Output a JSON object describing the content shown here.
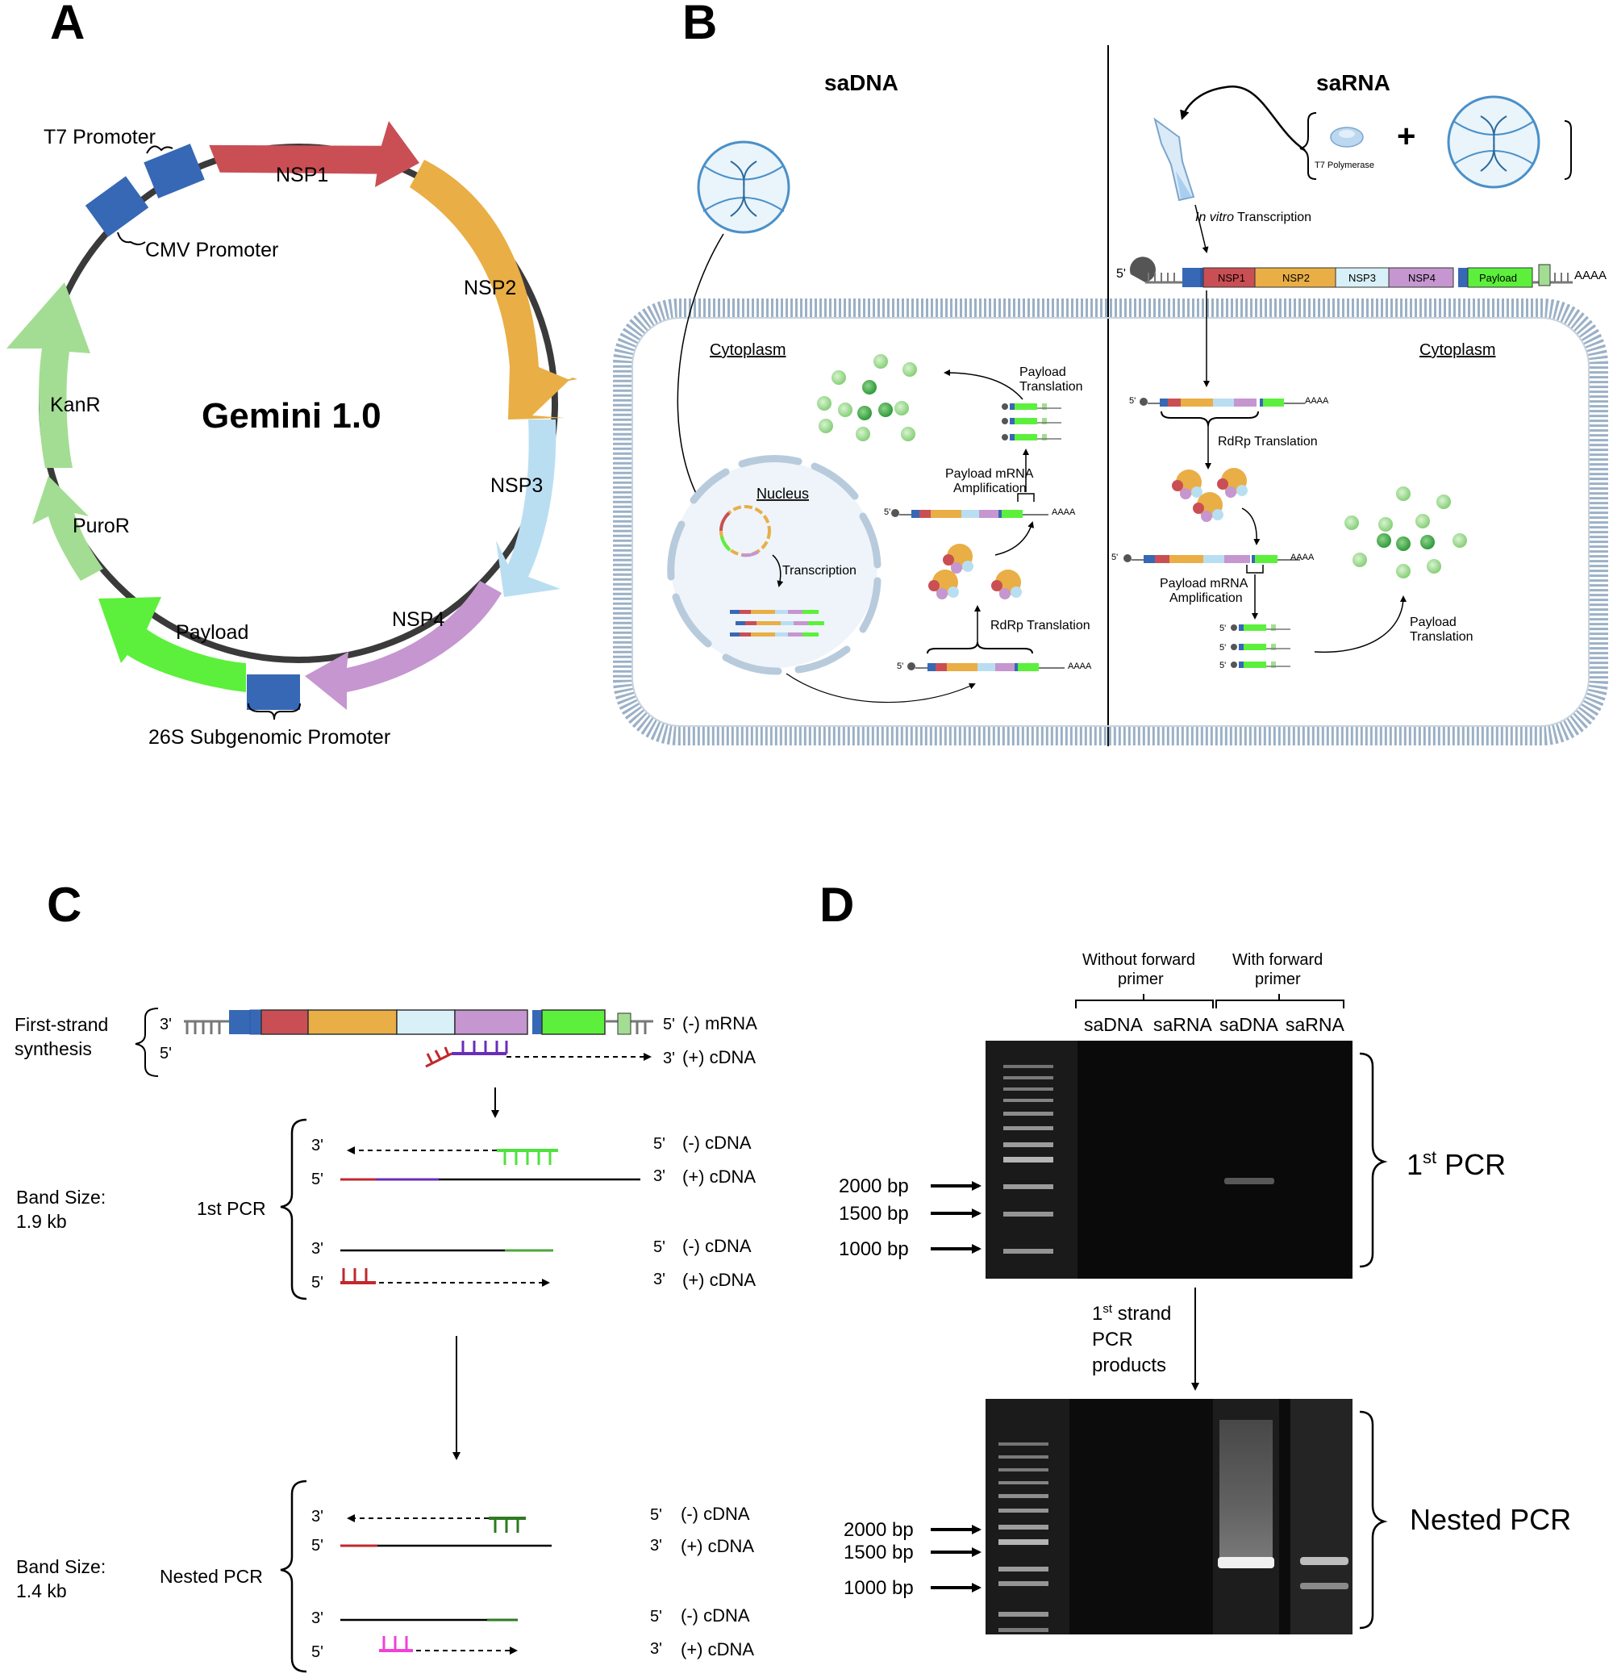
{
  "panels": {
    "a": "A",
    "b": "B",
    "c": "C",
    "d": "D"
  },
  "panel_a": {
    "title": "Gemini 1.0",
    "labels": {
      "t7": "T7 Promoter",
      "cmv": "CMV Promoter",
      "nsp1": "NSP1",
      "nsp2": "NSP2",
      "nsp3": "NSP3",
      "nsp4": "NSP4",
      "payload": "Payload",
      "sg": "26S Subgenomic Promoter",
      "puror": "PuroR",
      "kanr": "KanR"
    },
    "colors": {
      "nsp1": "#c94f55",
      "nsp2": "#e9ae45",
      "nsp3": "#b9def2",
      "nsp4": "#c596cf",
      "payload": "#5cf03c",
      "promoter": "#3768b5",
      "resist": "#a3dd93",
      "backbone": "#3a3a3a"
    }
  },
  "panel_b": {
    "sadna": "saDNA",
    "sarna": "saRNA",
    "cytoplasm": "Cytoplasm",
    "nucleus": "Nucleus",
    "transcription": "Transcription",
    "rdrp": "RdRp Translation",
    "amp_line1": "Payload mRNA",
    "amp_line2": "Amplification",
    "pt_line1": "Payload",
    "pt_line2": "Translation",
    "t7_polymerase": "T7 Polymerase",
    "ivt_italic": "In vitro",
    "ivt_rest": " Transcription",
    "five_prime": "5'",
    "polya": "AAAA",
    "plus": "+",
    "genome_boxes": [
      "NSP1",
      "NSP2",
      "NSP3",
      "NSP4",
      "Payload"
    ],
    "membrane_color": "#9bb0c6"
  },
  "panel_c": {
    "first_strand_line1": "First-strand",
    "first_strand_line2": "synthesis",
    "band1_line1": "Band Size:",
    "band1_line2": "1.9 kb",
    "first_pcr": "1st PCR",
    "band2_line1": "Band Size:",
    "band2_line2": "1.4 kb",
    "nested_pcr": "Nested PCR",
    "three": "3'",
    "five": "5'",
    "minus_mrna": "(-) mRNA",
    "plus_cdna": "(+) cDNA",
    "minus_cdna": "(-) cDNA"
  },
  "panel_d": {
    "without_line1": "Without forward",
    "without_line2": "primer",
    "with_line1": "With forward",
    "with_line2": "primer",
    "lanes": [
      "saDNA",
      "saRNA",
      "saDNA",
      "saRNA"
    ],
    "markers": [
      "2000 bp",
      "1500 bp",
      "1000 bp"
    ],
    "first_pcr_base": "1",
    "first_pcr_sup": "st",
    "first_pcr_rest": " PCR",
    "strand_base": "1",
    "strand_sup": "st",
    "strand_rest": " strand",
    "strand_line2": "PCR",
    "strand_line3": "products",
    "nested": "Nested PCR"
  }
}
